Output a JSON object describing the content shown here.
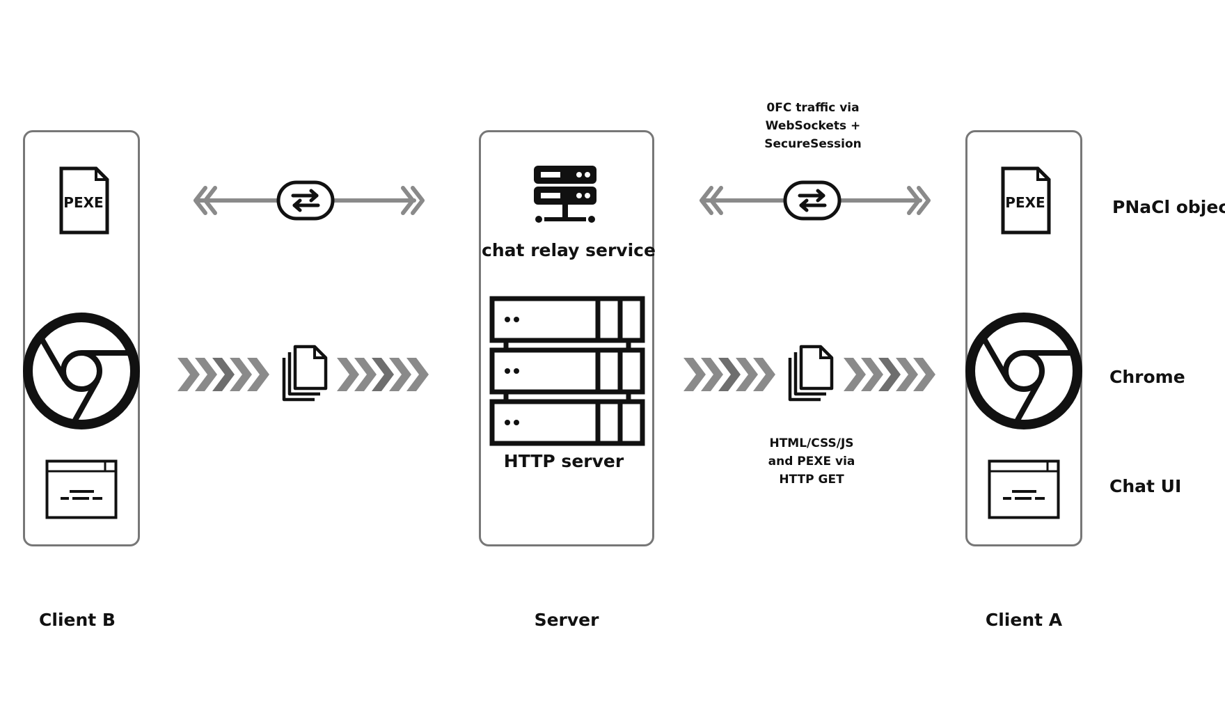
{
  "columns": {
    "client_b": "Client B",
    "server": "Server",
    "client_a": "Client A"
  },
  "legend": {
    "pnacl_object": "PNaCl object",
    "chrome": "Chrome",
    "chat_ui": "Chat UI"
  },
  "server_components": {
    "chat_relay_service": "chat relay service",
    "http_server": "HTTP server"
  },
  "file_icon_text": "PEXE",
  "annotations": {
    "websocket_traffic": [
      "0FC traffic via",
      "WebSockets +",
      "SecureSession"
    ],
    "http_traffic": [
      "HTML/CSS/JS",
      "and PEXE via",
      "HTTP GET"
    ]
  },
  "icons": {
    "pexe_file": "file-document-icon",
    "chrome": "chrome-logo-icon",
    "chat_window": "browser-window-icon",
    "relay_server": "server-network-icon",
    "http_server": "server-rack-icon",
    "exchange": "bidirectional-arrow-icon",
    "documents": "document-stack-icon"
  },
  "colors": {
    "panel_border": "#777777",
    "arrow_gray": "#8a8a8a",
    "arrow_dark": "#6e6e6e",
    "icon_black": "#111111"
  }
}
